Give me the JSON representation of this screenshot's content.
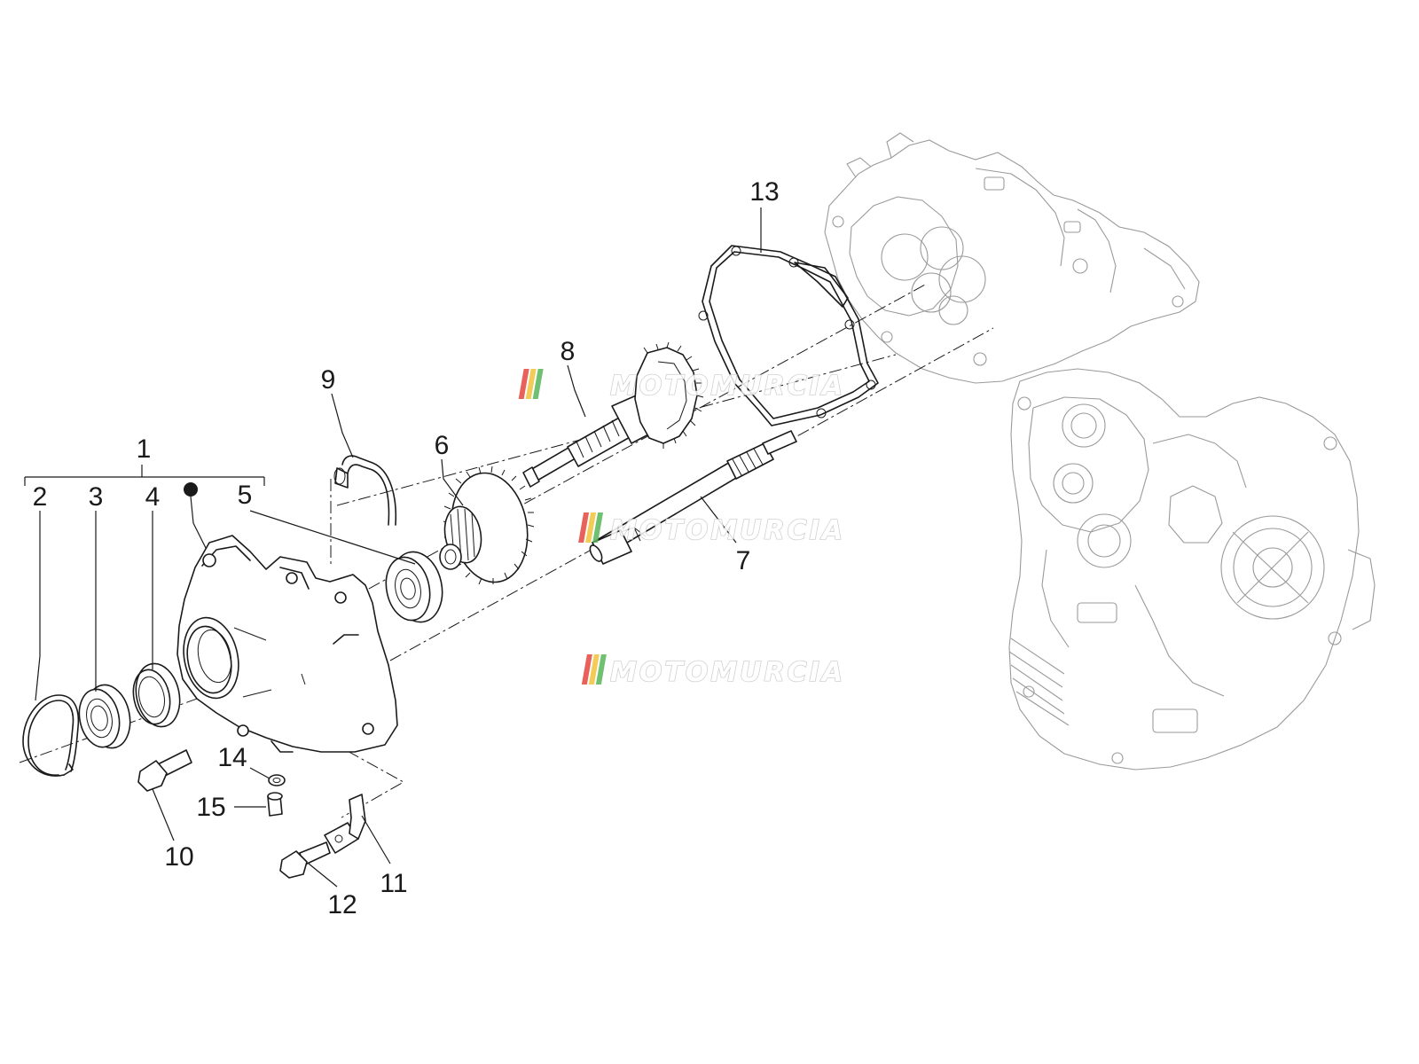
{
  "diagram": {
    "callouts": {
      "c1": "1",
      "c2": "2",
      "c3": "3",
      "c4": "4",
      "c5": "5",
      "c6": "6",
      "c7": "7",
      "c8": "8",
      "c9": "9",
      "c10": "10",
      "c11": "11",
      "c12": "12",
      "c13": "13",
      "c14": "14",
      "c15": "15"
    },
    "watermark": {
      "text": "MOTOMURCIA",
      "stripe_colors": [
        "#e5463f",
        "#f2c23a",
        "#58b65a"
      ]
    },
    "colors": {
      "line": "#1a1a1a",
      "engine_outline": "#9a9a9a",
      "background": "#ffffff"
    }
  }
}
